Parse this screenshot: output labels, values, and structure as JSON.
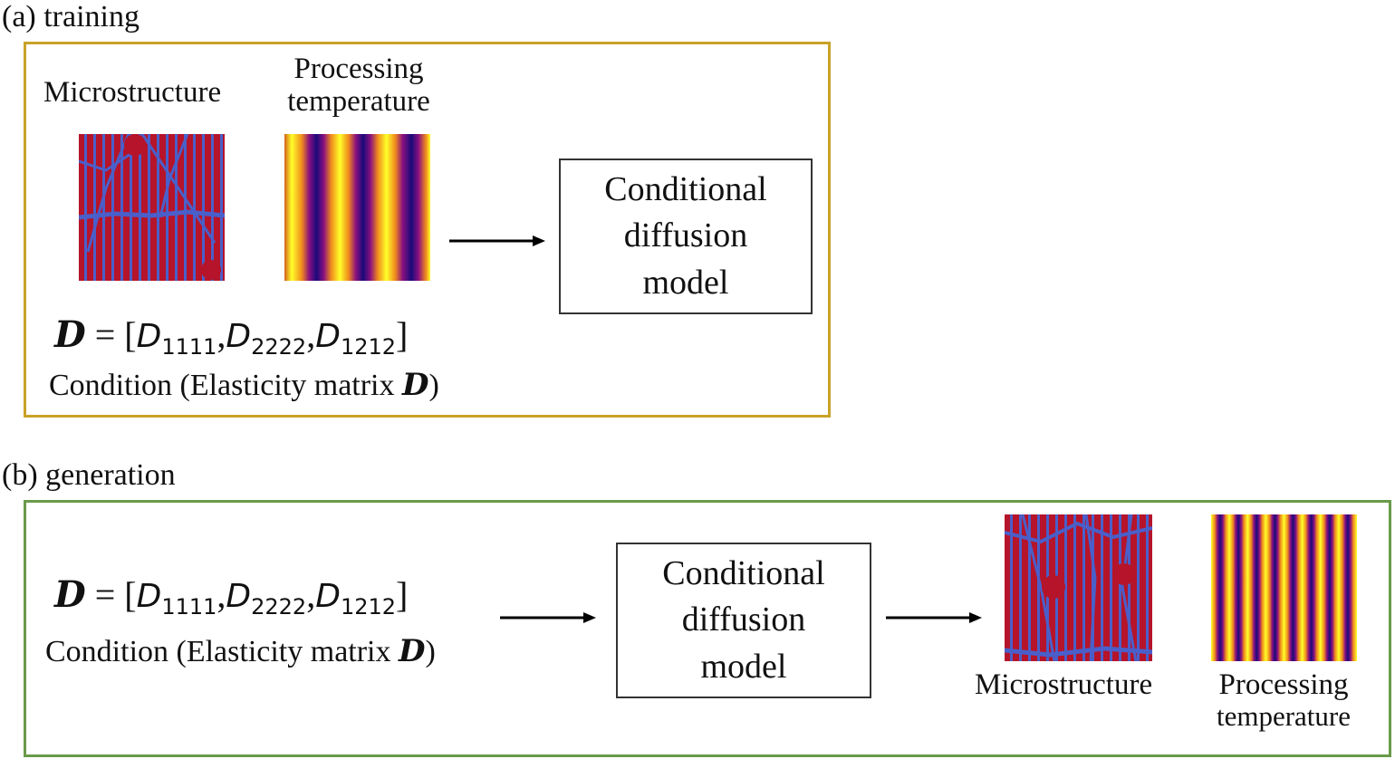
{
  "training": {
    "label": "(a) training",
    "microstructure_label": "Microstructure",
    "processing_label_line1": "Processing",
    "processing_label_line2": "temperature",
    "model_line1": "Conditional",
    "model_line2": "diffusion",
    "model_line3": "model",
    "equation": {
      "lhs": "D",
      "equals": " = [",
      "t1": "D",
      "s1": "1111",
      "t2": "D",
      "s2": "2222",
      "t3": "D",
      "s3": "1212",
      "close": "]"
    },
    "condition_text": "Condition (Elasticity matrix ",
    "condition_symbol": "D",
    "condition_close": ")"
  },
  "generation": {
    "label": "(b) generation",
    "microstructure_label": "Microstructure",
    "processing_label_line1": "Processing",
    "processing_label_line2": "temperature",
    "model_line1": "Conditional",
    "model_line2": "diffusion",
    "model_line3": "model",
    "equation": {
      "lhs": "D",
      "equals": " = [",
      "t1": "D",
      "s1": "1111",
      "t2": "D",
      "s2": "2222",
      "t3": "D",
      "s3": "1212",
      "close": "]"
    },
    "condition_text": "Condition (Elasticity matrix ",
    "condition_symbol": "D",
    "condition_close": ")"
  },
  "colors": {
    "frame_training": "#c9a227",
    "frame_generation": "#6a9a4a",
    "micro_red": "#b5142a",
    "micro_blue": "#4a5fc9",
    "temp_yellow": "#ffff2a",
    "temp_navy": "#1a0a7a"
  }
}
